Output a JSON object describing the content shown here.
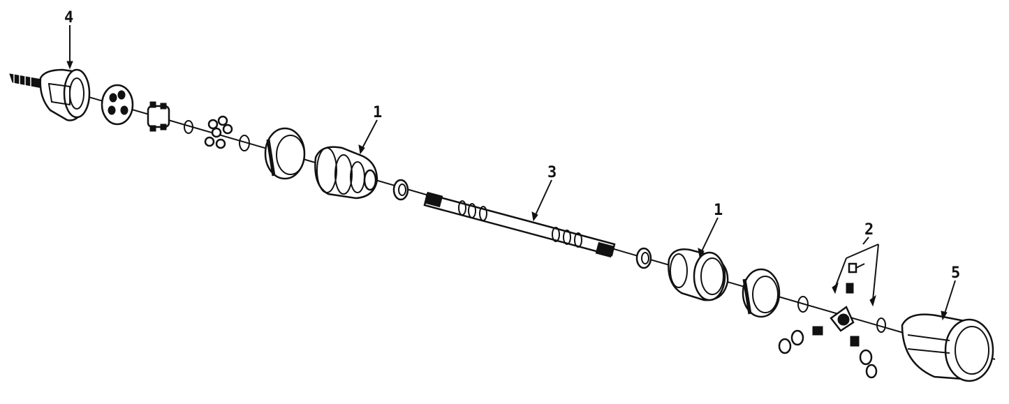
{
  "diagram": {
    "callouts": [
      {
        "id": "callout-4",
        "label": "4"
      },
      {
        "id": "callout-1-left",
        "label": "1"
      },
      {
        "id": "callout-3",
        "label": "3"
      },
      {
        "id": "callout-1-right",
        "label": "1"
      },
      {
        "id": "callout-2",
        "label": "2"
      },
      {
        "id": "callout-5",
        "label": "5"
      }
    ],
    "colors": {
      "line": "#111111",
      "background": "#ffffff"
    }
  }
}
